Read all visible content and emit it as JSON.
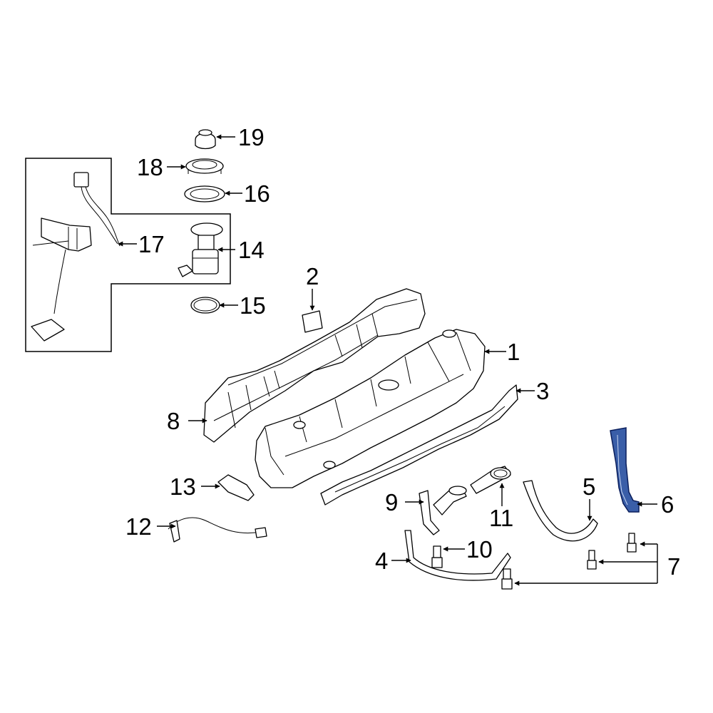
{
  "diagram": {
    "callouts": [
      {
        "id": "1",
        "text": "1"
      },
      {
        "id": "2",
        "text": "2"
      },
      {
        "id": "3",
        "text": "3"
      },
      {
        "id": "4",
        "text": "4"
      },
      {
        "id": "5",
        "text": "5"
      },
      {
        "id": "6",
        "text": "6"
      },
      {
        "id": "7",
        "text": "7"
      },
      {
        "id": "8",
        "text": "8"
      },
      {
        "id": "9",
        "text": "9"
      },
      {
        "id": "10",
        "text": "10"
      },
      {
        "id": "11",
        "text": "11"
      },
      {
        "id": "12",
        "text": "12"
      },
      {
        "id": "13",
        "text": "13"
      },
      {
        "id": "14",
        "text": "14"
      },
      {
        "id": "15",
        "text": "15"
      },
      {
        "id": "16",
        "text": "16"
      },
      {
        "id": "17",
        "text": "17"
      },
      {
        "id": "18",
        "text": "18"
      },
      {
        "id": "19",
        "text": "19"
      }
    ],
    "highlighted_part": "6",
    "highlight_color": "#3a5ea8"
  }
}
